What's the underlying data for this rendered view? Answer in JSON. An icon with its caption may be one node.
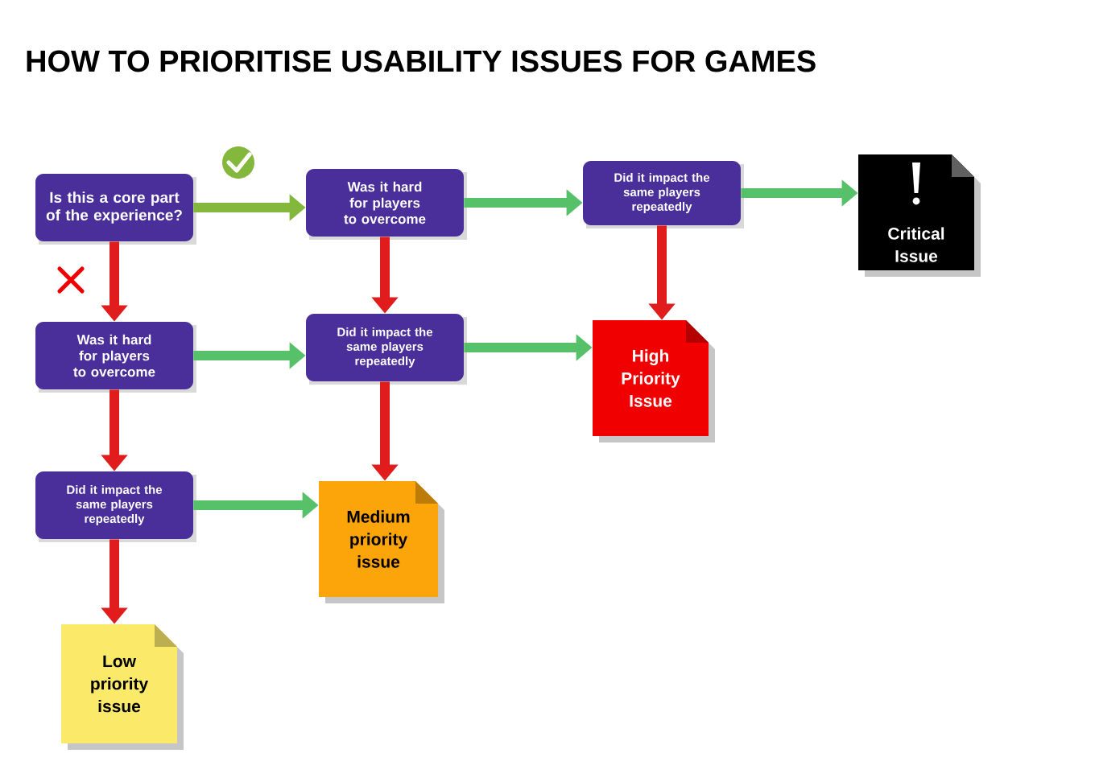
{
  "diagram": {
    "title": "HOW TO PRIORITISE USABILITY ISSUES FOR GAMES",
    "nodes": [
      {
        "text": [
          "Is this a core part of the experience?"
        ]
      },
      {
        "text": [
          "Was it hard for players to overcome"
        ]
      },
      {
        "text": [
          "Did it impact the same players repeatedly"
        ]
      },
      {
        "text": [
          "Critical Issue"
        ]
      },
      {
        "text": [
          "Was it hard for players to overcome"
        ]
      },
      {
        "text": [
          "Did it impact the same players repeatedly"
        ]
      },
      {
        "text": [
          "High Priority Issue"
        ]
      },
      {
        "text": [
          "Did it impact the same players repeatedly"
        ]
      },
      {
        "text": [
          "Medium priority issue"
        ]
      },
      {
        "text": [
          "Low priority issue"
        ]
      }
    ],
    "edges": [
      {
        "from": 0,
        "to": 1,
        "arrow": "to",
        "color": "#8cb83c"
      },
      {
        "from": 0,
        "to": 4,
        "arrow": "to",
        "color": "#ee1c1c"
      },
      {
        "from": 1,
        "to": 2,
        "arrow": "to",
        "color": "#5cc16a"
      },
      {
        "from": 1,
        "to": 5,
        "arrow": "to",
        "color": "#ee1c1c"
      },
      {
        "from": 2,
        "to": 3,
        "arrow": "to",
        "color": "#5cc16a"
      },
      {
        "from": 2,
        "to": 6,
        "arrow": "to",
        "color": "#ee1c1c"
      },
      {
        "from": 4,
        "to": 5,
        "arrow": "to",
        "color": "#5cc16a"
      },
      {
        "from": 4,
        "to": 7,
        "arrow": "to",
        "color": "#ee1c1c"
      },
      {
        "from": 5,
        "to": 6,
        "arrow": "to",
        "color": "#5cc16a"
      },
      {
        "from": 5,
        "to": 8,
        "arrow": "to",
        "color": "#ee1c1c"
      },
      {
        "from": 7,
        "to": 8,
        "arrow": "to",
        "color": "#5cc16a"
      },
      {
        "from": 7,
        "to": 9,
        "arrow": "to",
        "color": "#ee1c1c"
      }
    ]
  }
}
